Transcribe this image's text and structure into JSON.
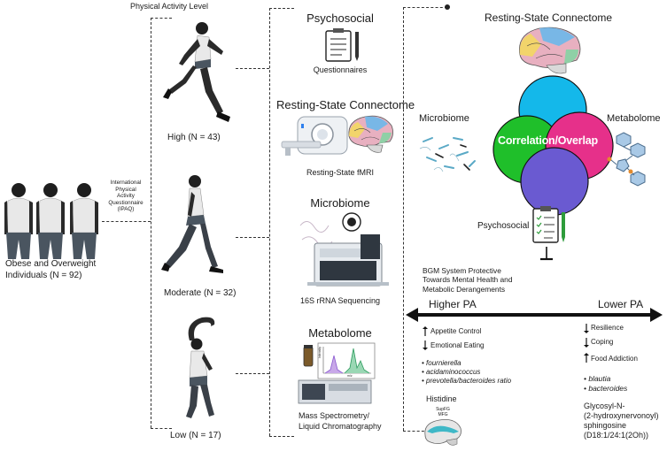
{
  "physical_activity_level_label": "Physical Activity Level",
  "obese_group": {
    "label_line1": "Obese and Overweight",
    "label_line2": "Individuals (N = 92)"
  },
  "ipaq": {
    "lines": [
      "International",
      "Physical",
      "Activity",
      "Questionnaire",
      "(IPAQ)"
    ]
  },
  "groups": {
    "high": "High (N = 43)",
    "moderate": "Moderate (N = 32)",
    "low": "Low (N = 17)"
  },
  "measures": {
    "psychosocial": {
      "title": "Psychosocial",
      "caption": "Questionnaires"
    },
    "connectome": {
      "title": "Resting-State Connectome",
      "caption": "Resting-State fMRI"
    },
    "microbiome": {
      "title": "Microbiome",
      "caption": "16S rRNA Sequencing"
    },
    "metabolome": {
      "title": "Metabolome",
      "caption_line1": "Mass Spectrometry/",
      "caption_line2": "Liquid Chromatography"
    }
  },
  "integration": {
    "title": "Resting-State Connectome",
    "microbiome_label": "Microbiome",
    "metabolome_label": "Metabolome",
    "center_label": "Correlation/Overlap",
    "psychosocial_label": "Psychosocial",
    "circle_colors": {
      "top": "#14b8ea",
      "left": "#1fbf2a",
      "right": "#e6308a",
      "bottom": "#6a5ad1"
    }
  },
  "findings": {
    "intro_lines": [
      "BGM System Protective",
      "Towards Mental Health and",
      "Metabolic Derangements"
    ],
    "higher_pa": "Higher PA",
    "lower_pa": "Lower PA",
    "higher_items": [
      {
        "arrow": "up",
        "text": "Appetite Control"
      },
      {
        "arrow": "down",
        "text": "Emotional Eating"
      }
    ],
    "higher_taxa": [
      "fournierella",
      "acidaminococcus",
      "prevotella/bacteroides ratio"
    ],
    "higher_metabolite": "Histidine",
    "brain_labels": [
      "SupFG",
      "MFG"
    ],
    "lower_items": [
      {
        "arrow": "down",
        "text": "Resilience"
      },
      {
        "arrow": "down",
        "text": "Coping"
      },
      {
        "arrow": "up",
        "text": "Food Addiction"
      }
    ],
    "lower_taxa": [
      "blautia",
      "bacteroides"
    ],
    "lower_metabolite_lines": [
      "Glycosyl-N-",
      "(2-hydroxynervonoyl)",
      "sphingosine",
      "(D18:1/24:1(2Oh))"
    ]
  },
  "spectrum_axis": {
    "ylabel": "Intensity",
    "xlabel": "m/z"
  }
}
